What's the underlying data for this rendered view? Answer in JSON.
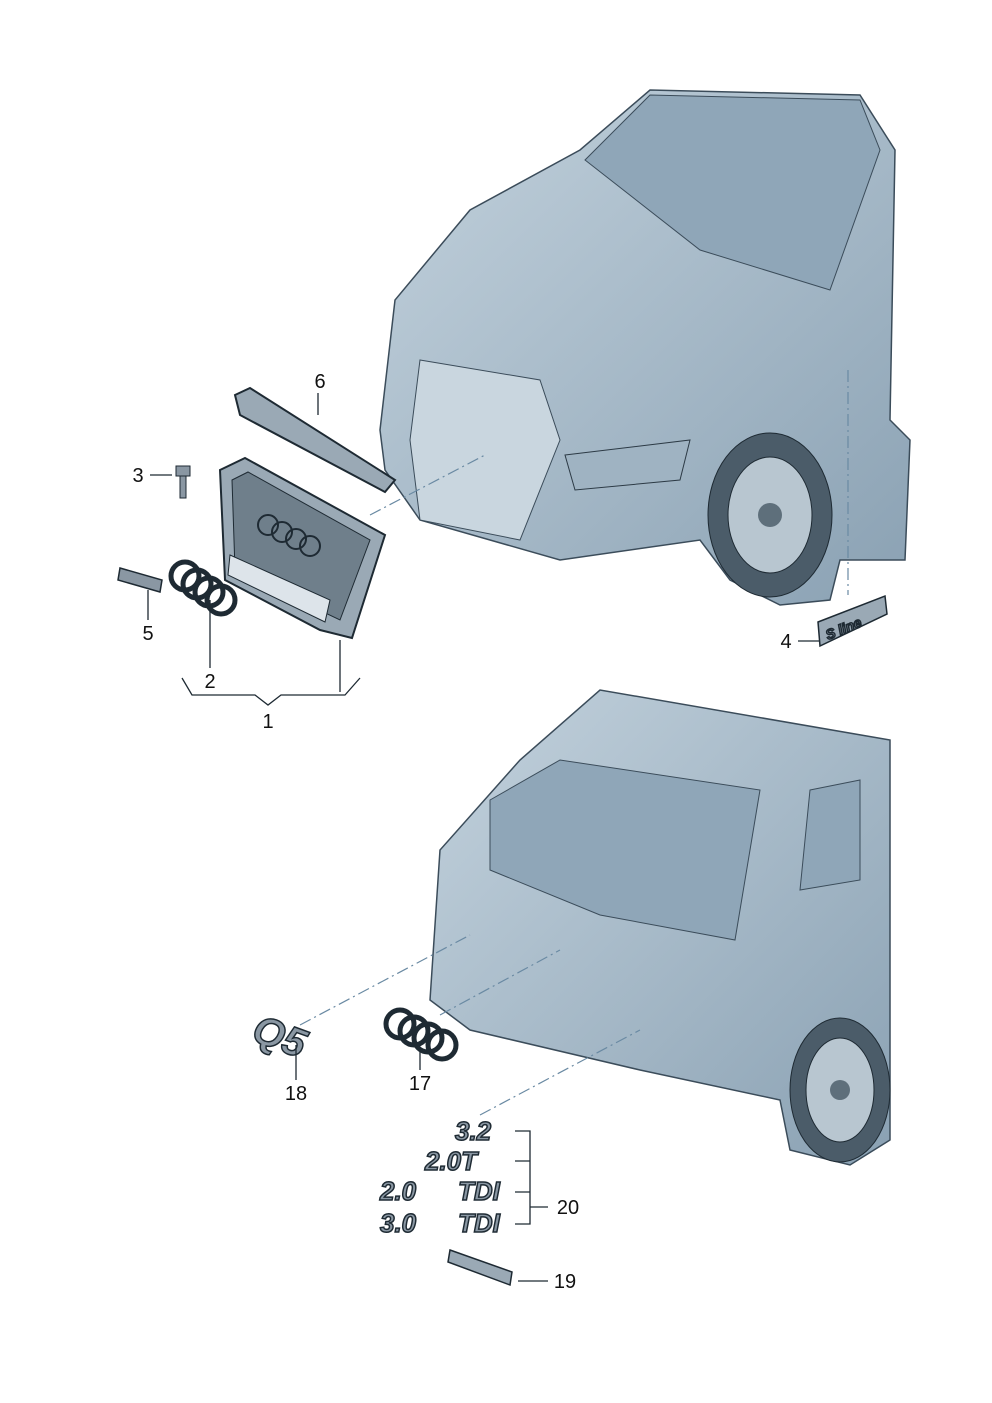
{
  "diagram": {
    "callouts": [
      {
        "id": "1",
        "text": "1"
      },
      {
        "id": "2",
        "text": "2"
      },
      {
        "id": "3",
        "text": "3"
      },
      {
        "id": "4",
        "text": "4"
      },
      {
        "id": "5",
        "text": "5"
      },
      {
        "id": "6",
        "text": "6"
      },
      {
        "id": "17",
        "text": "17"
      },
      {
        "id": "18",
        "text": "18"
      },
      {
        "id": "19",
        "text": "19"
      },
      {
        "id": "20",
        "text": "20"
      }
    ],
    "emblems": {
      "sline": "S line",
      "model": "Q5",
      "engine": [
        "3.2",
        "2.0T",
        "2.0",
        "TDI",
        "3.0",
        "TDI"
      ]
    },
    "colors": {
      "body": "#a9bccb",
      "shade": "#7f97aa",
      "glass": "#8fa6b8",
      "line": "#1e2a33",
      "leader": "#6a8aa3"
    }
  }
}
